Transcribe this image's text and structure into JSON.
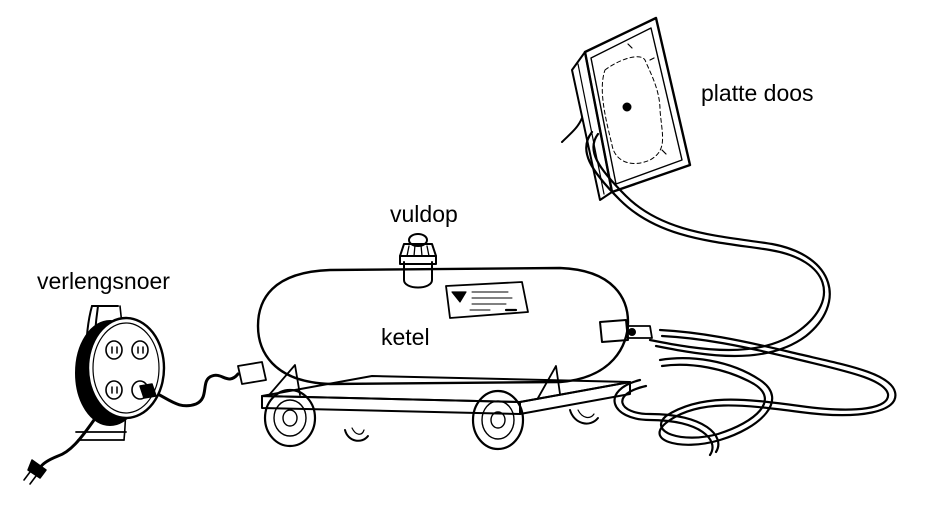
{
  "labels": {
    "extension_cord": "verlengsnoer",
    "filler_cap": "vuldop",
    "boiler": "ketel",
    "flat_box": "platte doos"
  },
  "plate_print": "",
  "colors": {
    "ink": "#000000",
    "background": "#ffffff"
  },
  "icons": [
    "cable-reel-icon",
    "plug-icon",
    "tank-icon",
    "wheel-icon",
    "flat-box-icon",
    "hose-icon"
  ]
}
